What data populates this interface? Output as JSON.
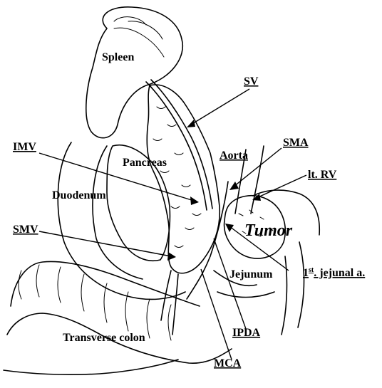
{
  "labels": {
    "spleen": "Spleen",
    "sv": "SV",
    "imv": "IMV",
    "pancreas": "Pancreas",
    "aorta": "Aorta",
    "sma": "SMA",
    "lt_rv": "lt. RV",
    "duodenum": "Duodenum",
    "smv": "SMV",
    "tumor": "Tumor",
    "jejunum": "Jejunum",
    "first_jejunal_num": "1",
    "first_jejunal_sup": "st",
    "first_jejunal_rest": ". jejunal a.",
    "ipda": "IPDA",
    "transverse_colon": "Transverse colon",
    "mca": "MCA"
  }
}
